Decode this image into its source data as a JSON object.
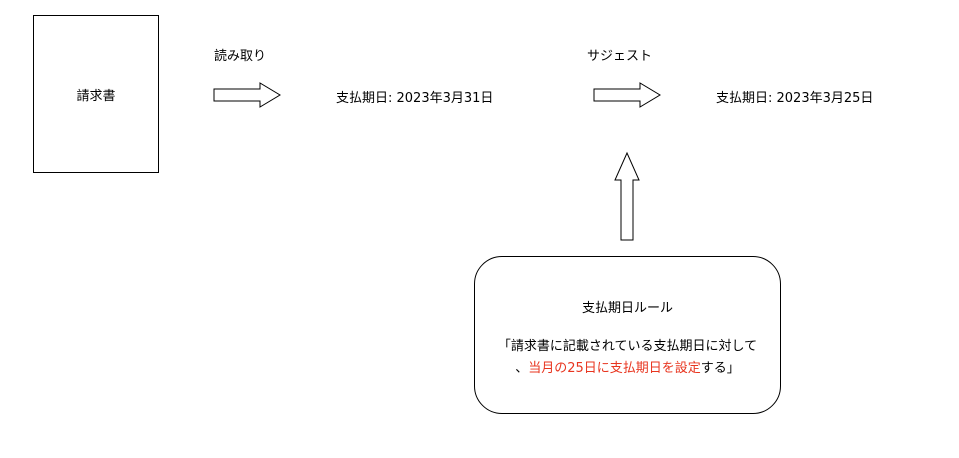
{
  "nodes": {
    "invoice": "請求書",
    "read_label": "読み取り",
    "extracted_date": "支払期日: 2023年3月31日",
    "suggest_label": "サジェスト",
    "suggested_date": "支払期日: 2023年3月25日"
  },
  "rule": {
    "title": "支払期日ルール",
    "line1": "「請求書に記載されている支払期日に対して",
    "line2_prefix": "、",
    "line2_highlight": "当月の25日に支払期日を設定",
    "line2_suffix": "する」",
    "highlight_color": "#e8351f"
  }
}
